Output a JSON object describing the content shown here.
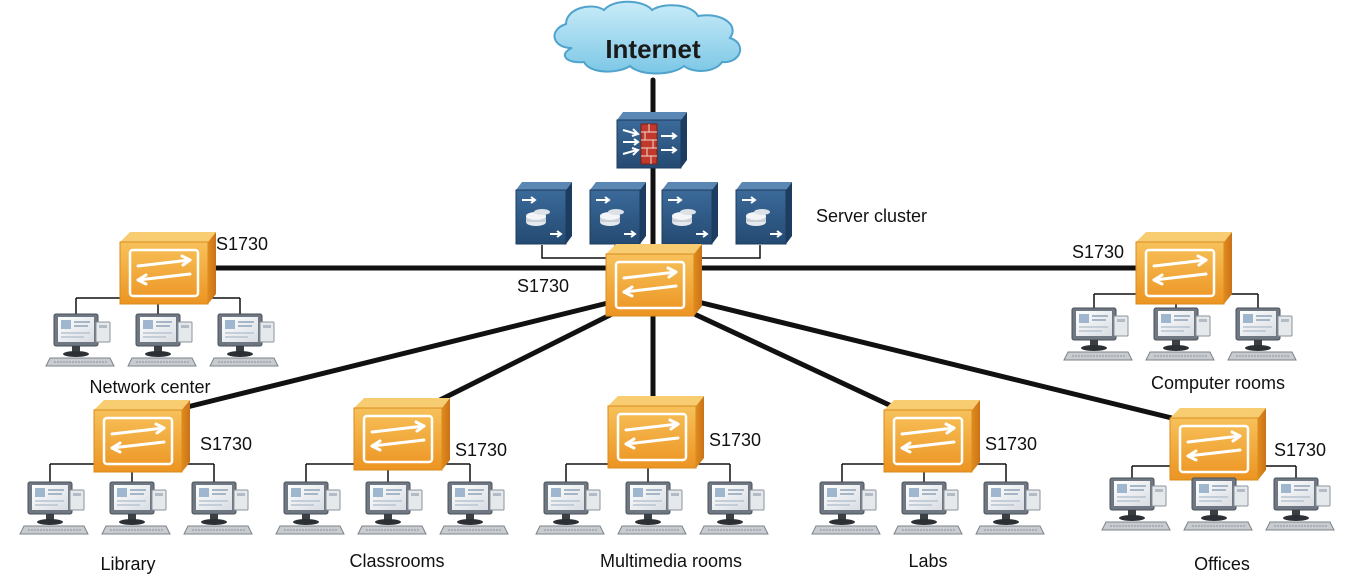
{
  "internet": {
    "label": "Internet"
  },
  "server_cluster": {
    "label": "Server cluster",
    "server_count": 4
  },
  "core_switch": {
    "model": "S1730"
  },
  "access_sites": [
    {
      "name": "Network center",
      "switch_model": "S1730",
      "pc_count": 3
    },
    {
      "name": "Computer rooms",
      "switch_model": "S1730",
      "pc_count": 3
    },
    {
      "name": "Library",
      "switch_model": "S1730",
      "pc_count": 3
    },
    {
      "name": "Classrooms",
      "switch_model": "S1730",
      "pc_count": 3
    },
    {
      "name": "Multimedia rooms",
      "switch_model": "S1730",
      "pc_count": 3
    },
    {
      "name": "Labs",
      "switch_model": "S1730",
      "pc_count": 3
    },
    {
      "name": "Offices",
      "switch_model": "S1730",
      "pc_count": 3
    }
  ],
  "colors": {
    "switch_orange": "#f0a32c",
    "server_blue": "#2f5682",
    "cloud_blue": "#9fd8ef",
    "link": "#111111",
    "firewall_red": "#c0392b"
  }
}
